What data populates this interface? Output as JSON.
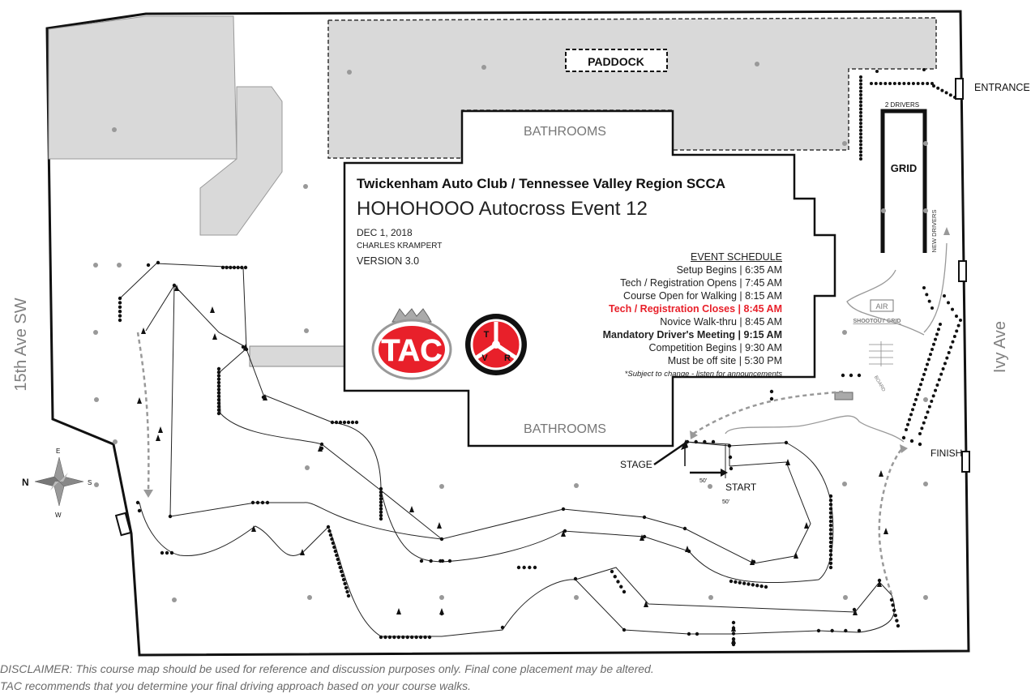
{
  "event": {
    "club_line": "Twickenham Auto Club / Tennessee Valley Region SCCA",
    "event_name": "HOHOHOOO Autocross Event 12",
    "date": "DEC 1, 2018",
    "author": "CHARLES KRAMPERT",
    "version": "VERSION 3.0"
  },
  "schedule": {
    "heading": "EVENT SCHEDULE",
    "items": [
      {
        "label": "Setup Begins",
        "time": "6:35 AM",
        "style": "normal"
      },
      {
        "label": "Tech / Registration Opens",
        "time": "7:45 AM",
        "style": "normal"
      },
      {
        "label": "Course Open for Walking",
        "time": "8:15 AM",
        "style": "normal"
      },
      {
        "label": "Tech / Registration Closes",
        "time": "8:45 AM",
        "style": "red"
      },
      {
        "label": "Novice Walk-thru",
        "time": "8:45 AM",
        "style": "normal"
      },
      {
        "label": "Mandatory Driver's Meeting",
        "time": "9:15 AM",
        "style": "bold"
      },
      {
        "label": "Competition Begins",
        "time": "9:30 AM",
        "style": "normal"
      },
      {
        "label": "Must be off site",
        "time": "5:30 PM",
        "style": "normal"
      }
    ],
    "note": "*Subject to change - listen for announcements"
  },
  "map_labels": {
    "paddock": "PADDOCK",
    "bathrooms_top": "BATHROOMS",
    "bathrooms_bottom": "BATHROOMS",
    "entrance": "ENTRANCE",
    "two_drivers": "2 DRIVERS",
    "grid": "GRID",
    "new_drivers": "NEW DRIVERS",
    "air": "AIR",
    "shootout_grid": "SHOOTOUT GRID",
    "board": "BOARD",
    "finish": "FINISH",
    "stage": "STAGE",
    "start": "START",
    "fifty_a": "50'",
    "fifty_b": "50'",
    "street_west": "15th Ave SW",
    "street_east": "Ivy Ave",
    "compass_n": "N",
    "compass_e": "E",
    "compass_s": "S",
    "compass_w": "W"
  },
  "logos": {
    "tac": "TAC",
    "tvr_t": "T",
    "tvr_v": "V",
    "tvr_r": "R"
  },
  "colors": {
    "building_fill": "#d9d9d9",
    "logo_red": "#e8202a",
    "schedule_red": "#e8202a",
    "gray_text": "#808080"
  },
  "disclaimer": {
    "line1": "DISCLAIMER: This course map should be used for reference and discussion purposes only. Final cone placement may be altered.",
    "line2": "TAC recommends that you determine your final driving approach based on your course walks."
  }
}
